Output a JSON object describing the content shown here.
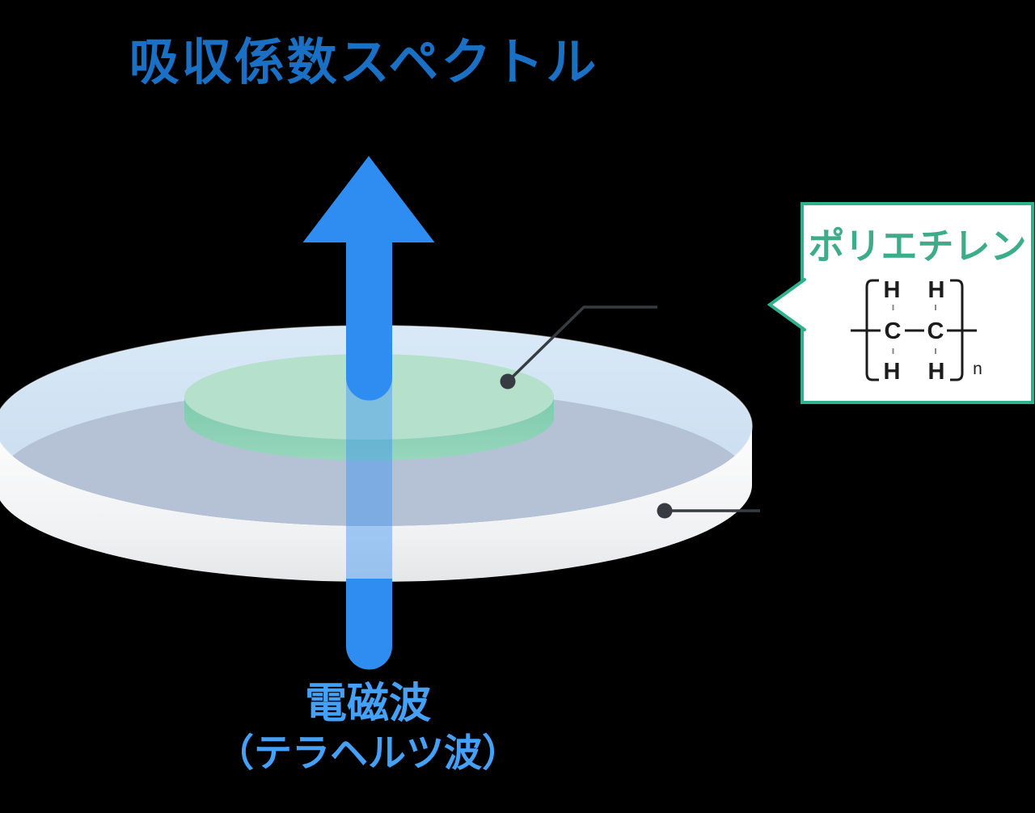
{
  "title": {
    "text": "吸収係数スペクトル"
  },
  "wave_label": {
    "line1": "電磁波",
    "line2": "（テラヘルツ波）"
  },
  "callout": {
    "title": "ポリエチレン",
    "formula": {
      "h_top_left": "H",
      "h_top_right": "H",
      "c_left": "C",
      "c_right": "C",
      "h_bottom_left": "H",
      "h_bottom_right": "H",
      "subscript": "n"
    }
  },
  "icons": {
    "arrow": "up-arrow-icon",
    "sample_marker": "callout-dot",
    "substrate_marker": "callout-dot"
  },
  "colors": {
    "background": "#000000",
    "title_blue": "#1A70C4",
    "wave_text_blue": "#45A0F7",
    "arrow_blue": "#2F8CF0",
    "beam_translucent_blue": "#3A92F2",
    "substrate_top_blue": "#CFE2F3",
    "substrate_inner_gray": "#B5C2D5",
    "substrate_rim_white": "#F4F5F6",
    "sample_green_top": "#B5E0CC",
    "sample_green_side": "#8FD2B6",
    "callout_border_teal": "#2FB18C",
    "callout_title_teal": "#3DAC88",
    "annotation_dark": "#373C43",
    "formula_black": "#1C1C1C"
  }
}
